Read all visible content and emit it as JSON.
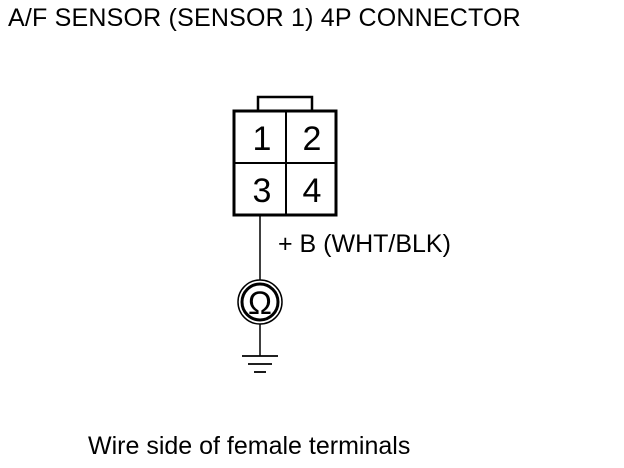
{
  "title": "A/F SENSOR (SENSOR 1) 4P CONNECTOR",
  "connector": {
    "pins": [
      "1",
      "2",
      "3",
      "4"
    ]
  },
  "wire_label": "+ B (WHT/BLK)",
  "meter_symbol": "Ω",
  "meter_icon": "ohmmeter-icon",
  "ground_icon": "ground-icon",
  "caption": "Wire side of female terminals"
}
